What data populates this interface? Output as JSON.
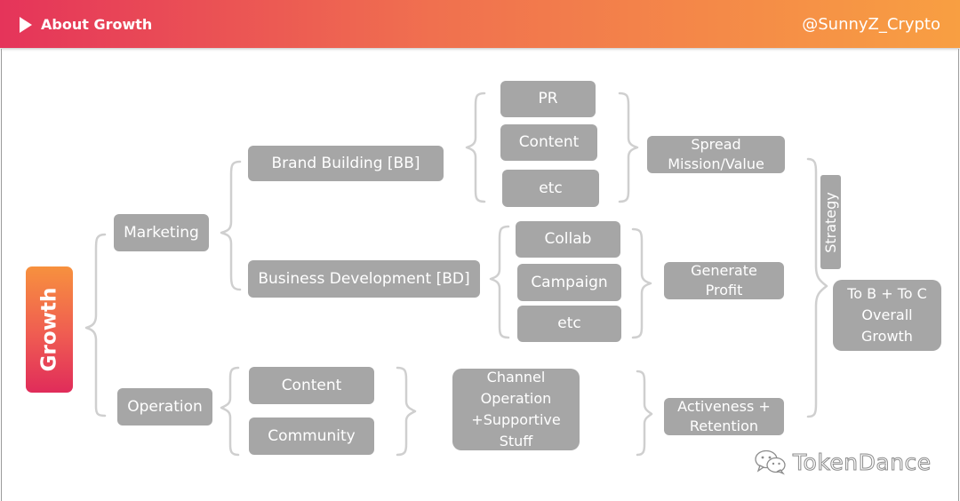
{
  "header": {
    "title": "About Growth",
    "handle": "@SunnyZ_Crypto"
  },
  "diagram": {
    "root": "Growth",
    "marketing": "Marketing",
    "operation": "Operation",
    "brand_building": "Brand Building [BB]",
    "business_development": "Business Development [BD]",
    "bb_items": [
      "PR",
      "Content",
      "etc"
    ],
    "bd_items": [
      "Collab",
      "Campaign",
      "etc"
    ],
    "op_items": [
      "Content",
      "Community"
    ],
    "channel_operation": "Channel\nOperation\n+Supportive\nStuff",
    "spread": "Spread\nMission/Value",
    "generate_profit": "Generate\nProfit",
    "activeness": "Activeness +\nRetention",
    "strategy": "Strategy",
    "outcome": "To B + To C\nOverall\nGrowth"
  },
  "watermark": {
    "text": "TokenDance",
    "icon": "wechat-icon"
  }
}
